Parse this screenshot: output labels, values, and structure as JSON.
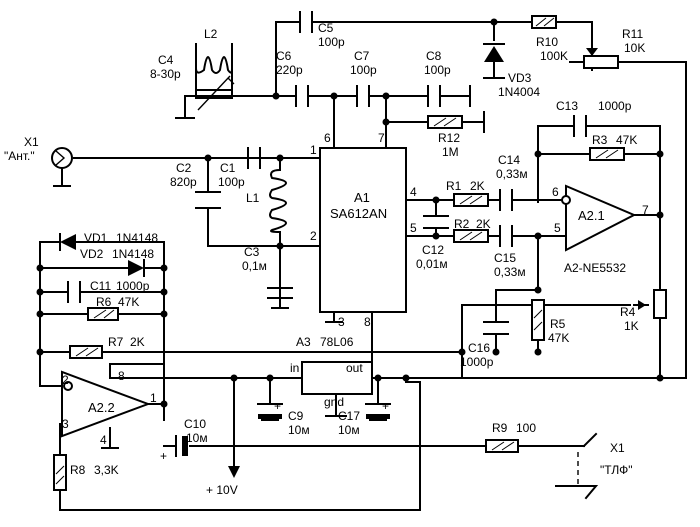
{
  "components": {
    "X1_ant": {
      "ref": "X1",
      "value": "\"Ант.\""
    },
    "L2": {
      "ref": "L2"
    },
    "C4": {
      "ref": "C4",
      "value": "8-30р"
    },
    "C5": {
      "ref": "C5",
      "value": "100р"
    },
    "C6": {
      "ref": "C6",
      "value": "220р"
    },
    "C7": {
      "ref": "C7",
      "value": "100р"
    },
    "C8": {
      "ref": "C8",
      "value": "100р"
    },
    "R10": {
      "ref": "R10",
      "value": "100K"
    },
    "R11": {
      "ref": "R11",
      "value": "10K"
    },
    "VD3": {
      "ref": "VD3",
      "value": "1N4004"
    },
    "R12": {
      "ref": "R12",
      "value": "1M"
    },
    "C13": {
      "ref": "C13",
      "value": "1000р"
    },
    "R3": {
      "ref": "R3",
      "value": "47K"
    },
    "C2": {
      "ref": "C2",
      "value": "820р"
    },
    "C1": {
      "ref": "C1",
      "value": "100р"
    },
    "L1": {
      "ref": "L1"
    },
    "A1": {
      "ref": "A1",
      "value": "SA612AN"
    },
    "C14": {
      "ref": "C14",
      "value": "0,33м"
    },
    "R1": {
      "ref": "R1",
      "value": "2K"
    },
    "R2": {
      "ref": "R2",
      "value": "2K"
    },
    "C12": {
      "ref": "C12",
      "value": "0,01м"
    },
    "C15": {
      "ref": "C15",
      "value": "0,33м"
    },
    "A2_1": {
      "ref": "A2.1"
    },
    "A2_note": {
      "value": "A2-NE5532"
    },
    "C3": {
      "ref": "C3",
      "value": "0,1м"
    },
    "VD1": {
      "ref": "VD1",
      "value": "1N4148"
    },
    "VD2": {
      "ref": "VD2",
      "value": "1N4148"
    },
    "C11": {
      "ref": "C11",
      "value": "1000р"
    },
    "R6": {
      "ref": "R6",
      "value": "47K"
    },
    "R7": {
      "ref": "R7",
      "value": "2K"
    },
    "A3": {
      "ref": "A3",
      "value": "78L06"
    },
    "R4": {
      "ref": "R4",
      "value": "1K"
    },
    "R5": {
      "ref": "R5",
      "value": "47K"
    },
    "C16": {
      "ref": "C16",
      "value": "1000р"
    },
    "A2_2": {
      "ref": "A2.2"
    },
    "C10": {
      "ref": "C10",
      "value": "10м"
    },
    "C9": {
      "ref": "C9",
      "value": "10м"
    },
    "C17": {
      "ref": "C17",
      "value": "10м"
    },
    "R9": {
      "ref": "R9",
      "value": "100"
    },
    "X1_tlf": {
      "ref": "X1",
      "value": "\"ТЛФ\""
    },
    "R8": {
      "ref": "R8",
      "value": "3,3K"
    }
  },
  "reg_pins": {
    "in": "in",
    "out": "out",
    "gnd": "gnd"
  },
  "pins": {
    "a1_1": "1",
    "a1_2": "2",
    "a1_3": "3",
    "a1_4": "4",
    "a1_5": "5",
    "a1_6": "6",
    "a1_7": "7",
    "a1_8": "8",
    "a21_6": "6",
    "a21_5": "5",
    "a21_7": "7",
    "a22_2": "2",
    "a22_3": "3",
    "a22_8": "8",
    "a22_4": "4",
    "a22_1": "1"
  },
  "power": {
    "label": "+ 10V"
  },
  "polarity": {
    "plus": "+"
  }
}
